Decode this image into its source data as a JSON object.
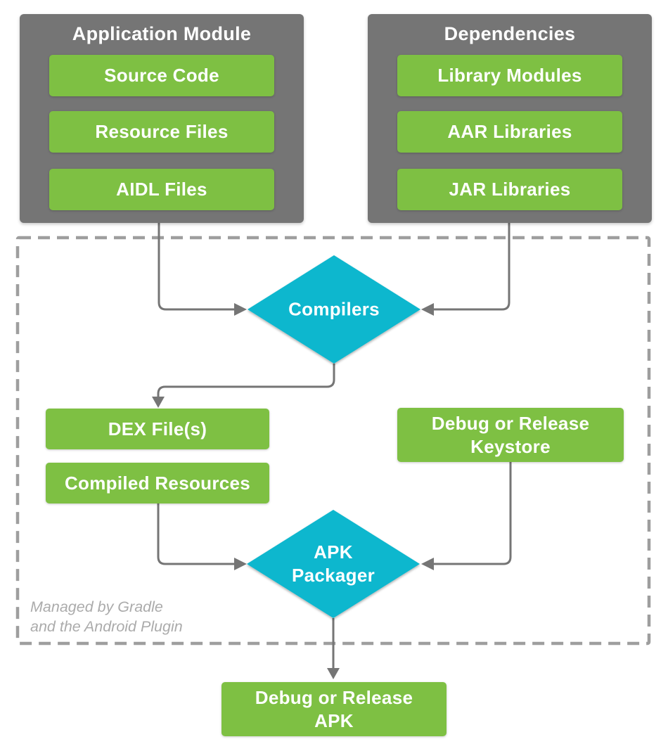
{
  "groups": [
    {
      "title": "Application Module",
      "items": [
        "Source Code",
        "Resource Files",
        "AIDL Files"
      ]
    },
    {
      "title": "Dependencies",
      "items": [
        "Library Modules",
        "AAR Libraries",
        "JAR Libraries"
      ]
    }
  ],
  "pipeline": {
    "compilers": "Compilers",
    "dex": "DEX File(s)",
    "compiled_resources": "Compiled Resources",
    "keystore": "Debug or Release Keystore",
    "apk_packager": "APK Packager",
    "apk_output": "Debug or Release APK"
  },
  "note": {
    "line1": "Managed by Gradle",
    "line2": "and the Android Plugin"
  },
  "colors": {
    "green": "#7EC043",
    "gray": "#757575",
    "cyan": "#10B7CE",
    "dash": "#9E9E9E",
    "note_text": "#ABABAB",
    "connector": "#757575",
    "text": "#FFFFFF"
  }
}
